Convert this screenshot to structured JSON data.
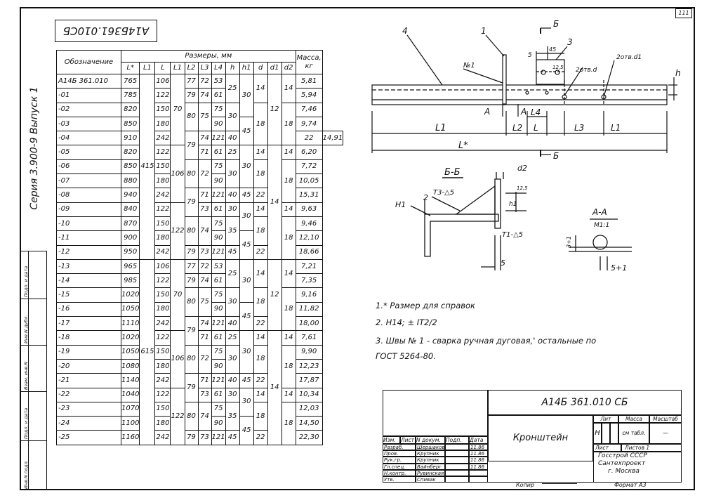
{
  "page_number": "111",
  "top_code": "А14Б361.010СБ",
  "series": "Серия 3.900-9  Выпуск 1",
  "stamp_column": [
    "Инв.N подл.",
    "Подп. и дата",
    "Взам. инв.N",
    "Инв.N дубл.",
    "Подп. и дата"
  ],
  "table": {
    "header_designation": "Обозначение",
    "header_sizes": "Размеры, мм",
    "header_mass": "Масса, кг",
    "columns": [
      "L*",
      "L1",
      "L",
      "L1",
      "L2",
      "L3",
      "L4",
      "h",
      "h1",
      "d",
      "d1",
      "d2"
    ],
    "rows": [
      {
        "des": "А14Б 361.010",
        "Ls": "765",
        "L": "106",
        "L2": "77",
        "L3": "72",
        "L4": "53",
        "m": "5,81"
      },
      {
        "des": "-01",
        "Ls": "785",
        "L": "122",
        "L2": "79",
        "L3": "74",
        "L4": "61",
        "m": "5,94"
      },
      {
        "des": "-02",
        "Ls": "820",
        "L": "150",
        "L2": "",
        "L3": "",
        "L4": "75",
        "m": "7,46"
      },
      {
        "des": "-03",
        "Ls": "850",
        "L": "180",
        "L2": "",
        "L3": "",
        "L4": "90",
        "m": "9,74"
      },
      {
        "des": "-04",
        "Ls": "910",
        "L": "242",
        "L2": "",
        "L3": "74",
        "L4": "121",
        "m": "14,91"
      },
      {
        "des": "-05",
        "Ls": "820",
        "L": "122",
        "L2": "",
        "L3": "71",
        "L4": "61",
        "m": "6,20"
      },
      {
        "des": "-06",
        "Ls": "850",
        "L": "150",
        "L2": "",
        "L3": "",
        "L4": "75",
        "m": "7,72"
      },
      {
        "des": "-07",
        "Ls": "880",
        "L": "180",
        "L2": "",
        "L3": "",
        "L4": "90",
        "m": "10,05"
      },
      {
        "des": "-08",
        "Ls": "940",
        "L": "242",
        "L2": "",
        "L3": "71",
        "L4": "121",
        "m": "15,31"
      },
      {
        "des": "-09",
        "Ls": "840",
        "L": "122",
        "L2": "",
        "L3": "73",
        "L4": "61",
        "m": "9,63"
      },
      {
        "des": "-10",
        "Ls": "870",
        "L": "150",
        "L2": "",
        "L3": "",
        "L4": "75",
        "m": "9,46"
      },
      {
        "des": "-11",
        "Ls": "900",
        "L": "180",
        "L2": "",
        "L3": "",
        "L4": "90",
        "m": "12,10"
      },
      {
        "des": "-12",
        "Ls": "950",
        "L": "242",
        "L2": "79",
        "L3": "73",
        "L4": "121",
        "m": "18,66"
      },
      {
        "des": "-13",
        "Ls": "965",
        "L": "106",
        "L2": "77",
        "L3": "72",
        "L4": "53",
        "m": "7,21"
      },
      {
        "des": "-14",
        "Ls": "985",
        "L": "122",
        "L2": "79",
        "L3": "74",
        "L4": "61",
        "m": "7,35"
      },
      {
        "des": "-15",
        "Ls": "1020",
        "L": "150",
        "L2": "",
        "L3": "",
        "L4": "75",
        "m": "9,16"
      },
      {
        "des": "-16",
        "Ls": "1050",
        "L": "180",
        "L2": "",
        "L3": "",
        "L4": "90",
        "m": "11,82"
      },
      {
        "des": "-17",
        "Ls": "1110",
        "L": "242",
        "L2": "",
        "L3": "74",
        "L4": "121",
        "m": "18,00"
      },
      {
        "des": "-18",
        "Ls": "1020",
        "L": "122",
        "L2": "",
        "L3": "71",
        "L4": "61",
        "m": "7,61"
      },
      {
        "des": "-19",
        "Ls": "1050",
        "L": "150",
        "L2": "",
        "L3": "",
        "L4": "75",
        "m": "9,90"
      },
      {
        "des": "-20",
        "Ls": "1080",
        "L": "180",
        "L2": "",
        "L3": "",
        "L4": "90",
        "m": "12,23"
      },
      {
        "des": "-21",
        "Ls": "1140",
        "L": "242",
        "L2": "",
        "L3": "71",
        "L4": "121",
        "m": "17,87"
      },
      {
        "des": "-22",
        "Ls": "1040",
        "L": "122",
        "L2": "",
        "L3": "73",
        "L4": "61",
        "m": "10,34"
      },
      {
        "des": "-23",
        "Ls": "1070",
        "L": "150",
        "L2": "",
        "L3": "",
        "L4": "75",
        "m": "12,03"
      },
      {
        "des": "-24",
        "Ls": "1100",
        "L": "180",
        "L2": "",
        "L3": "",
        "L4": "90",
        "m": "14,50"
      },
      {
        "des": "-25",
        "Ls": "1160",
        "L": "242",
        "L2": "79",
        "L3": "73",
        "L4": "121",
        "m": "22,30"
      }
    ],
    "merged": {
      "L1_top": "415",
      "L1_bottom": "615",
      "Lc_70a": "70",
      "Lc_106a": "106",
      "Lc_122a": "122",
      "Lc_70b": "70",
      "Lc_106b": "106",
      "Lc_122b": "122",
      "L2_80": "80",
      "L2_79": "79",
      "L3_75": "75",
      "L3_72": "72",
      "L3_74": "74",
      "h_25": "25",
      "h_30": "30",
      "h_40": "40",
      "h_35": "35",
      "h_45": "45",
      "h1_30": "30",
      "h1_45": "45",
      "d_14": "14",
      "d_18": "18",
      "d_22": "22",
      "d1_12": "12",
      "d1_14": "14",
      "d2_14": "14",
      "d2_18": "18"
    }
  },
  "drawing": {
    "labels": {
      "p4": "4",
      "p1": "1",
      "p3": "3",
      "p2": "2",
      "weld1": "№1",
      "B_top": "Б",
      "B_bottom": "Б",
      "A1": "А",
      "A2": "А",
      "L1": "L1",
      "L2": "L2",
      "L": "L",
      "L3": "L3",
      "L4": "L4",
      "L1b": "L1",
      "Lstar": "L*",
      "h": "h",
      "dim5": "5",
      "dim45": "45",
      "hole_d": "2отв.d",
      "hole_d1": "2отв.d1",
      "r125": "12,5"
    },
    "section_bb": {
      "title": "Б-Б",
      "d2": "d2",
      "weld_t3": "Т3-△5",
      "weld_t1": "Т1-△5",
      "h1": "h1",
      "H1": "Н1",
      "p2": "2",
      "dim5": "5",
      "r125": "12,5"
    },
    "section_aa": {
      "title": "А-А",
      "scale": "М1:1",
      "dim1": "3+1",
      "dim2": "5+1"
    }
  },
  "notes": [
    "1.* Размер для справок",
    "2. Н14; ± IT2/2",
    "3. Швы № 1 - сварка ручная дуговая,' остальные по",
    "ГОСТ 5264-80."
  ],
  "title_block": {
    "code": "А14Б 361.010 СБ",
    "name": "Кронштейн",
    "lit_header": "Лит",
    "mass_header": "Масса",
    "scale_header": "Масштаб",
    "lit": "Н",
    "mass": "см табл.",
    "scale": "—",
    "sheet_label": "Лист",
    "sheets_label": "Листов 1",
    "org": [
      "Госстрой СССР",
      "Сантехпроект",
      "г. Москва"
    ],
    "copy": "Копир",
    "format": "Формат А3",
    "header_cells": [
      "Изм.",
      "Лист",
      "N докум.",
      "Подп.",
      "Дата"
    ],
    "roles": [
      {
        "role": "Разраб.",
        "name": "Шершакова"
      },
      {
        "role": "Пров.",
        "name": "Крупник"
      },
      {
        "role": "Рук.гр.",
        "name": "Крупник"
      },
      {
        "role": "Гл.спец.",
        "name": "Вайнберг"
      },
      {
        "role": "Н.контр.",
        "name": "Рувинская"
      },
      {
        "role": "Утв.",
        "name": "Спивак"
      }
    ],
    "dates": [
      "11.86",
      "11.86",
      "11.86",
      "11.86"
    ]
  }
}
